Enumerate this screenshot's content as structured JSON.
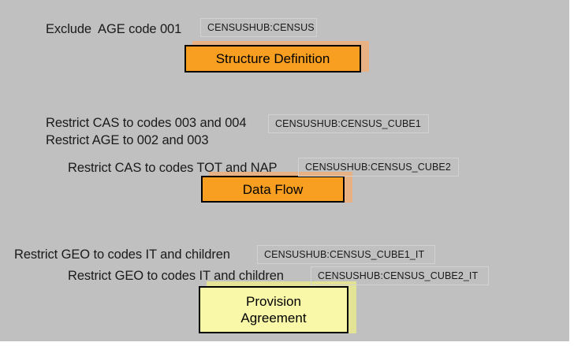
{
  "diagram": {
    "background_color": "#c0c0c0",
    "frame_color": "#ffffff",
    "accent_orange": "#f89f22",
    "accent_orange_shadow": "#e8b184",
    "accent_yellow": "#f8f8a8",
    "accent_yellow_shadow": "#e3e396",
    "label_border_color": "#d2d2d2",
    "text_color": "#1a1a1a"
  },
  "groups": [
    {
      "id": "structure-definition",
      "box_label": "Structure Definition",
      "box_color": "#f89f22",
      "annotations": [
        {
          "id": "exclude-age-001",
          "text": "Exclude  AGE code 001"
        }
      ],
      "name_labels": [
        {
          "id": "censushub-census",
          "text": "CENSUSHUB:CENSUS"
        }
      ]
    },
    {
      "id": "data-flow",
      "box_label": "Data Flow",
      "box_color": "#f89f22",
      "annotations": [
        {
          "id": "restrict-cas-003-004",
          "text": "Restrict CAS to codes 003 and 004"
        },
        {
          "id": "restrict-age-002-003",
          "text": "Restrict AGE to 002 and 003"
        },
        {
          "id": "restrict-cas-tot-nap",
          "text": "Restrict CAS to codes TOT and NAP"
        }
      ],
      "name_labels": [
        {
          "id": "censushub-census-cube1",
          "text": "CENSUSHUB:CENSUS_CUBE1"
        },
        {
          "id": "censushub-census-cube2",
          "text": "CENSUSHUB:CENSUS_CUBE2"
        }
      ]
    },
    {
      "id": "provision-agreement",
      "box_label": "Provision\nAgreement",
      "box_color": "#f8f8a8",
      "annotations": [
        {
          "id": "restrict-geo-it-1",
          "text": "Restrict GEO to codes IT and children"
        },
        {
          "id": "restrict-geo-it-2",
          "text": "Restrict GEO to codes IT and children"
        }
      ],
      "name_labels": [
        {
          "id": "censushub-census-cube1-it",
          "text": "CENSUSHUB:CENSUS_CUBE1_IT"
        },
        {
          "id": "censushub-census-cube2-it",
          "text": "CENSUSHUB:CENSUS_CUBE2_IT"
        }
      ]
    }
  ]
}
